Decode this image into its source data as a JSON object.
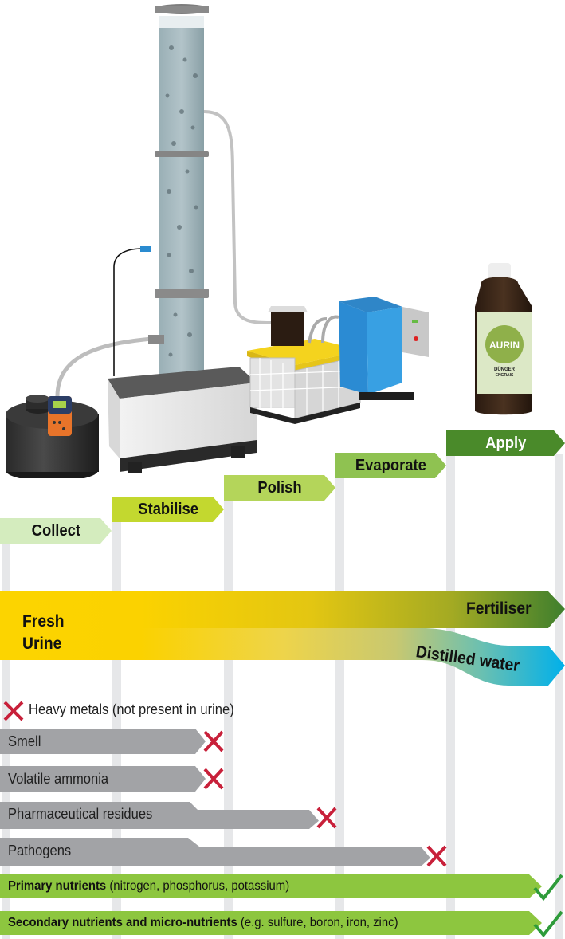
{
  "diagram": {
    "steps": [
      {
        "label": "Collect",
        "color": "#d4ecbe",
        "text_color": "#111111"
      },
      {
        "label": "Stabilise",
        "color": "#c3d82f",
        "text_color": "#111111"
      },
      {
        "label": "Polish",
        "color": "#b4d55a",
        "text_color": "#111111"
      },
      {
        "label": "Evaporate",
        "color": "#8fc251",
        "text_color": "#111111"
      },
      {
        "label": "Apply",
        "color": "#4a8a2a",
        "text_color": "#ffffff"
      }
    ],
    "flow": {
      "input_line1": "Fresh",
      "input_line2": "Urine",
      "output_fertiliser": "Fertiliser",
      "output_water": "Distilled water",
      "colors": {
        "urine": "#fcd400",
        "fertiliser": "#3f7f2e",
        "water": "#00b0ea"
      }
    },
    "heavy_metals": "Heavy metals (not present in urine)",
    "removed": [
      {
        "label": "Smell",
        "removed_after_step": "Stabilise"
      },
      {
        "label": "Volatile ammonia",
        "removed_after_step": "Stabilise"
      },
      {
        "label": "Pharmaceutical residues",
        "removed_after_step": "Polish"
      },
      {
        "label": "Pathogens",
        "removed_after_step": "Evaporate"
      }
    ],
    "kept": [
      {
        "bold": "Primary nutrients",
        "detail": " (nitrogen, phosphorus, potassium)"
      },
      {
        "bold": "Secondary nutrients and micro-nutrients",
        "detail": " (e.g. sulfure, boron, iron, zinc)"
      }
    ],
    "colors": {
      "x_mark": "#c8203a",
      "check_mark": "#2e9b3a",
      "removed_bar": "#a2a3a6",
      "kept_bar": "#8dc63f"
    }
  },
  "illustration": {
    "items": [
      "storage-tank-with-dosing-pump",
      "nitrification-reactor-column",
      "collection-crate",
      "activated-carbon-ibc-tank",
      "evaporator-unit",
      "fertiliser-bottle"
    ],
    "bottle_brand": "AURIN",
    "bottle_line1": "DÜNGER",
    "bottle_line2": "ENGRAIS"
  }
}
